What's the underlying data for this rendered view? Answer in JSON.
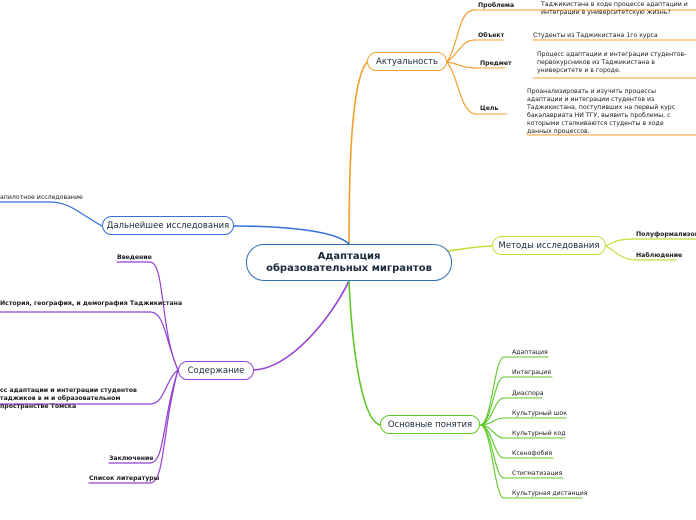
{
  "root": "Адаптация образовательных мигрантов",
  "colors": {
    "root": "#2f6fb0",
    "relevance": "#f0a030",
    "research": "#3570d8",
    "methods": "#c8dc3c",
    "contents": "#9440d0",
    "concepts": "#5cc828"
  },
  "relevance": {
    "title": "Актуальность",
    "items": [
      {
        "key": "Проблема",
        "text": "Таджикистана в ходе процессе адаптации и интеграции в университетскую жизнь?"
      },
      {
        "key": "Объект",
        "text": "Студенты из Таджикистана 1го курса"
      },
      {
        "key": "Предмет",
        "text": "Процесс адаптации и интеграции студентов-первокурсников из Таджикистана в университете и в городе."
      },
      {
        "key": "Цель",
        "text": "Проанализировать и изучить процессы адаптации и интеграции студентов из Таджикистана, поступивших на первый курс бакалавриата НИ ТГУ, выявить проблемы, с которыми сталкиваются студенты в ходе данных процессов."
      }
    ]
  },
  "research": {
    "title": "Дальнейшее исследования",
    "items": [
      "апилотное исследование"
    ]
  },
  "methods": {
    "title": "Методы исследования",
    "items": [
      "Полуформализован",
      "Наблюдение"
    ]
  },
  "contents": {
    "title": "Содержание",
    "items": [
      "Введение",
      "История, география, и демография Таджикистана",
      "сс адаптации и интеграции студентов таджиков в м и образовательном пространстве Томска",
      "Заключение",
      "Список литературы"
    ]
  },
  "concepts": {
    "title": "Основные понятия",
    "items": [
      "Адаптация",
      "Интеграция",
      "Диаспора",
      "Культурный шок",
      "Культурный код",
      "Ксенофобия",
      "Стигматизация",
      "Культурная дистанция"
    ]
  }
}
